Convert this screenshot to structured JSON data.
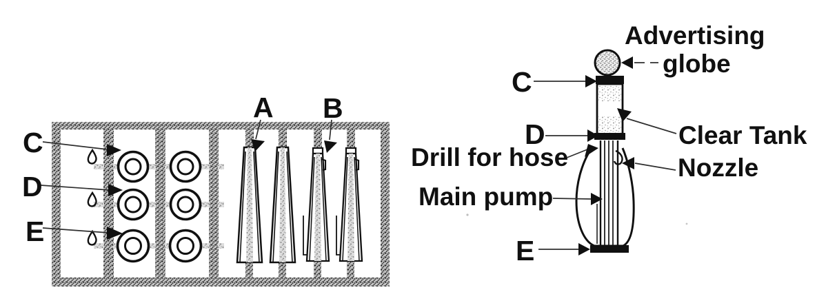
{
  "figure": {
    "sprue_panel": {
      "part_labels": {
        "a": "A",
        "b": "B",
        "c": "C",
        "d": "D",
        "e": "E"
      }
    },
    "pump_panel": {
      "labels": {
        "advertising_line1": "Advertising",
        "advertising_line2": "globe",
        "c": "C",
        "clear_tank": "Clear Tank",
        "d": "D",
        "drill_for_hose": "Drill for hose",
        "nozzle": "Nozzle",
        "main_pump": "Main pump",
        "e": "E"
      }
    },
    "colors": {
      "ink": "#101010",
      "paper": "#ffffff",
      "sprue_speckle": "#8a8a8a",
      "light_speckle": "#a5a5a5"
    }
  }
}
